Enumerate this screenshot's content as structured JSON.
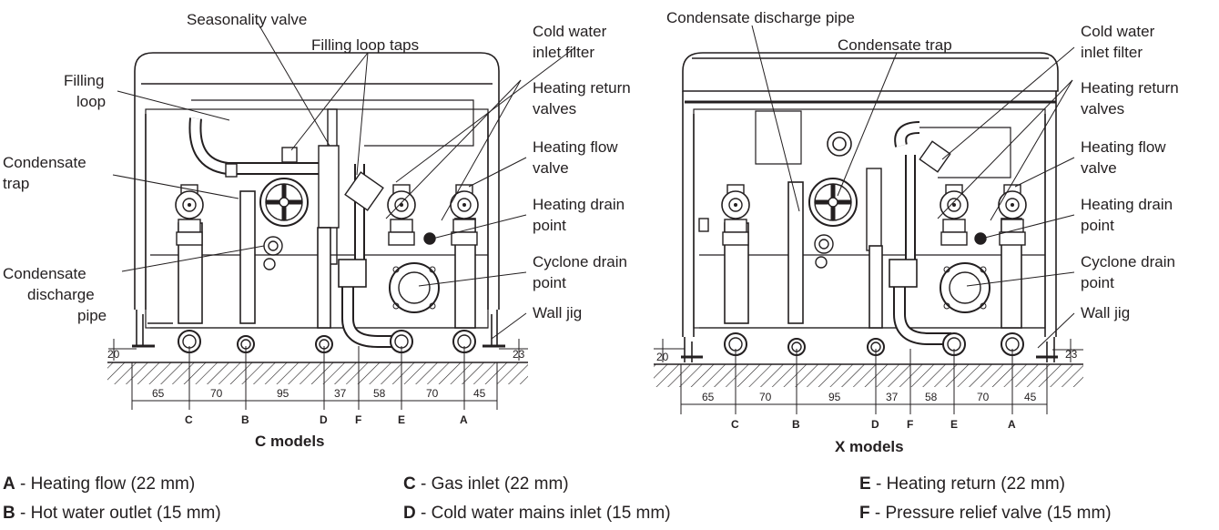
{
  "callouts": {
    "seasonality_valve": "Seasonality valve",
    "filling_loop_taps": "Filling loop taps",
    "cold_water_l1": "Cold water",
    "cold_water_l2": "inlet filter",
    "filling_loop_l1": "Filling",
    "filling_loop_l2": "loop",
    "heating_return_l1": "Heating return",
    "heating_return_l2": "valves",
    "heating_flow_l1": "Heating flow",
    "heating_flow_l2": "valve",
    "condensate_trap_l1": "Condensate",
    "condensate_trap_l2": "trap",
    "heating_drain_l1": "Heating drain",
    "heating_drain_l2": "point",
    "cyclone_drain_l1": "Cyclone drain",
    "cyclone_drain_l2": "point",
    "cond_discharge_l1": "Condensate",
    "cond_discharge_l2": "discharge",
    "cond_discharge_l3": "pipe",
    "wall_jig": "Wall jig",
    "condensate_discharge_pipe": "Condensate discharge pipe",
    "condensate_trap": "Condensate trap"
  },
  "dimensions": {
    "spacings": [
      "65",
      "70",
      "95",
      "37",
      "58",
      "70",
      "45"
    ],
    "height_left": "20",
    "height_right": "23"
  },
  "connections": [
    "C",
    "B",
    "D",
    "F",
    "E",
    "A"
  ],
  "models": {
    "c": "C models",
    "x": "X models"
  },
  "legend": [
    {
      "key": "A",
      "sep": " - ",
      "text": "Heating flow (22 mm)"
    },
    {
      "key": "B",
      "sep": " - ",
      "text": "Hot water outlet (15 mm)"
    },
    {
      "key": "C",
      "sep": " - ",
      "text": "Gas inlet (22 mm)"
    },
    {
      "key": "D",
      "sep": " - ",
      "text": "Cold water mains inlet (15 mm)"
    },
    {
      "key": "E",
      "sep": " - ",
      "text": "Heating return (22 mm)"
    },
    {
      "key": "F",
      "sep": " - ",
      "text": "Pressure relief valve (15 mm)"
    }
  ]
}
